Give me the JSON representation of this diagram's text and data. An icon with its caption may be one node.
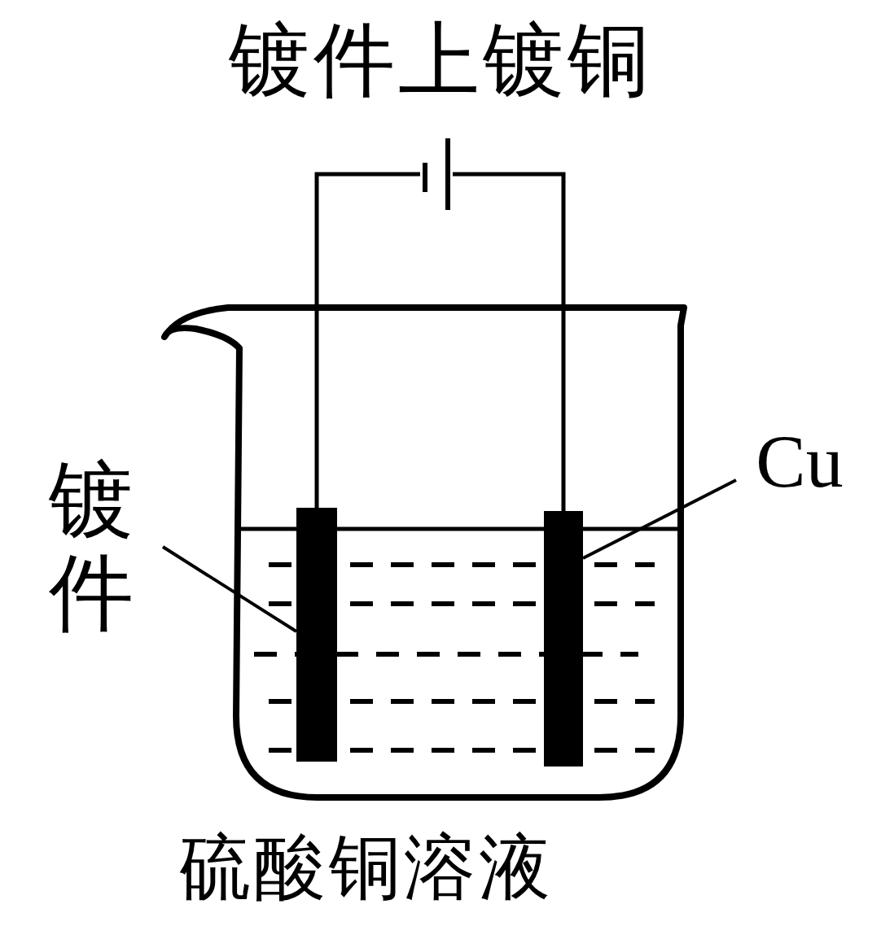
{
  "diagram": {
    "title": "镀件上镀铜",
    "nodes": [
      {
        "text": [
          "镀件"
        ]
      },
      {
        "text": [],
        "shape": "bar"
      },
      {
        "text": [
          "Cu"
        ]
      },
      {
        "text": [],
        "shape": "bar"
      },
      {
        "text": [],
        "shape": "battery"
      }
    ],
    "edges": [
      {
        "from": 1,
        "to": 4,
        "arrow": "none"
      },
      {
        "from": 4,
        "to": 3,
        "arrow": "none"
      },
      {
        "from": 0,
        "to": 1,
        "arrow": "none"
      },
      {
        "from": 2,
        "to": 3,
        "arrow": "none"
      }
    ],
    "labels": [
      "硫酸铜溶液"
    ]
  }
}
